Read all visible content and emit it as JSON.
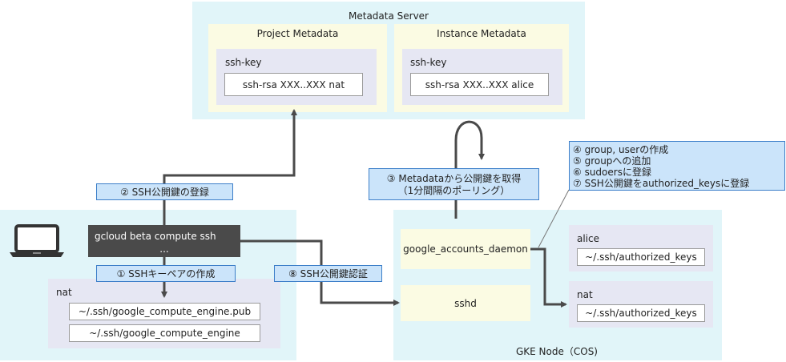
{
  "metadata_server": {
    "title": "Metadata Server",
    "project": {
      "title": "Project Metadata",
      "key_label": "ssh-key",
      "key_value": "ssh-rsa XXX..XXX nat"
    },
    "instance": {
      "title": "Instance Metadata",
      "key_label": "ssh-key",
      "key_value": "ssh-rsa XXX..XXX alice"
    }
  },
  "client": {
    "command_line1": "gcloud beta compute ssh",
    "command_line2": "...",
    "user_label": "nat",
    "files": [
      "~/.ssh/google_compute_engine.pub",
      "~/.ssh/google_compute_engine"
    ]
  },
  "steps": {
    "step1": "① SSHキーペアの作成",
    "step2": "② SSH公開鍵の登録",
    "step3_line1": "③ Metadataから公開鍵を取得",
    "step3_line2": "（1分間隔のポーリング）",
    "step4": "④ group, userの作成",
    "step5": "⑤  groupへの追加",
    "step6": "⑥  sudoersに登録",
    "step7": "⑦  SSH公開鍵をauthorized_keysに登録",
    "step8": "⑧   SSH公開鍵認証"
  },
  "gke_node": {
    "title": "GKE Node（COS)",
    "daemon_label": "google_accounts_daemon",
    "sshd_label": "sshd",
    "users": [
      {
        "name": "alice",
        "file": "~/.ssh/authorized_keys"
      },
      {
        "name": "nat",
        "file": "~/.ssh/authorized_keys"
      }
    ]
  }
}
